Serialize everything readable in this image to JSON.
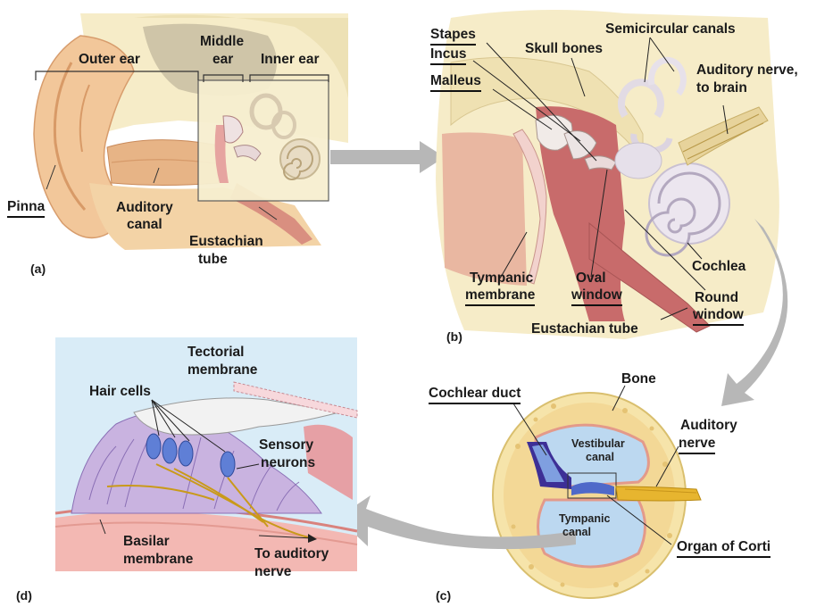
{
  "panels": {
    "a": "(a)",
    "b": "(b)",
    "c": "(c)",
    "d": "(d)"
  },
  "labels_a": {
    "outer_ear": "Outer ear",
    "middle_ear": [
      "Middle",
      "ear"
    ],
    "inner_ear": "Inner ear",
    "pinna": "Pinna",
    "auditory_canal": [
      "Auditory",
      "canal"
    ],
    "eustachian_tube": [
      "Eustachian",
      "tube"
    ]
  },
  "labels_b": {
    "stapes": "Stapes",
    "incus": "Incus",
    "malleus": "Malleus",
    "skull_bones": "Skull bones",
    "semicircular_canals": "Semicircular canals",
    "auditory_nerve": [
      "Auditory nerve,",
      "to brain"
    ],
    "tympanic_membrane": [
      "Tympanic",
      "membrane"
    ],
    "oval_window": [
      "Oval",
      "window"
    ],
    "cochlea": "Cochlea",
    "round_window": [
      "Round",
      "window"
    ],
    "eustachian_tube": "Eustachian tube"
  },
  "labels_c": {
    "cochlear_duct": "Cochlear duct",
    "bone": "Bone",
    "auditory_nerve": [
      "Auditory",
      "nerve"
    ],
    "vestibular_canal": [
      "Vestibular",
      "canal"
    ],
    "tympanic_canal": [
      "Tympanic",
      "canal"
    ],
    "organ_of_corti": "Organ of Corti"
  },
  "labels_d": {
    "tectorial_membrane": [
      "Tectorial",
      "membrane"
    ],
    "hair_cells": "Hair cells",
    "sensory_neurons": [
      "Sensory",
      "neurons"
    ],
    "basilar_membrane": [
      "Basilar",
      "membrane"
    ],
    "to_auditory_nerve": [
      "To auditory",
      "nerve"
    ]
  },
  "colors": {
    "skin": "#f2c79a",
    "bone": "#f4e6b8",
    "tissue": "#c96b6b",
    "membrane_pink": "#e8a7a0",
    "cochlea": "#e9e4ea",
    "nerve": "#e4b93a",
    "arrow_gray": "#b7b7b7",
    "panel_d_bg": "#d9ecf7",
    "hair_cell_blue": "#5f7fd6",
    "duct_purple": "#5a4aa8"
  }
}
